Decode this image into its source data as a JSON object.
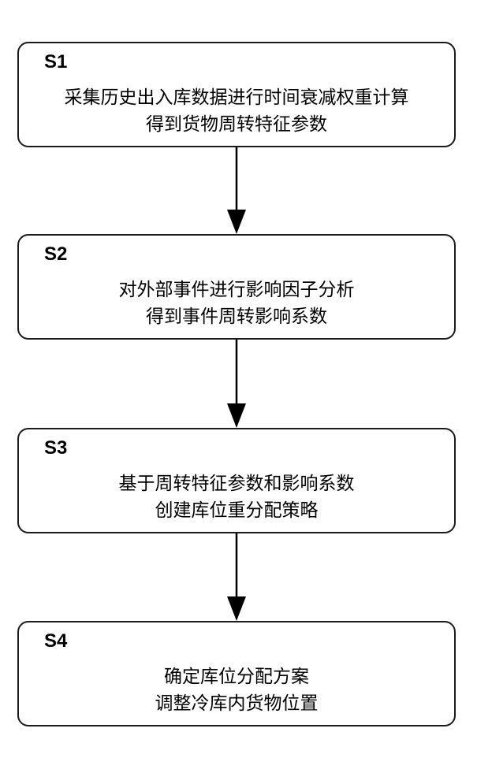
{
  "steps": [
    {
      "id": "S1",
      "line1": "采集历史出入库数据进行时间衰减权重计算",
      "line2": "得到货物周转特征参数"
    },
    {
      "id": "S2",
      "line1": "对外部事件进行影响因子分析",
      "line2": "得到事件周转影响系数"
    },
    {
      "id": "S3",
      "line1": "基于周转特征参数和影响系数",
      "line2": "创建库位重分配策略"
    },
    {
      "id": "S4",
      "line1": "确定库位分配方案",
      "line2": "调整冷库内货物位置"
    }
  ]
}
